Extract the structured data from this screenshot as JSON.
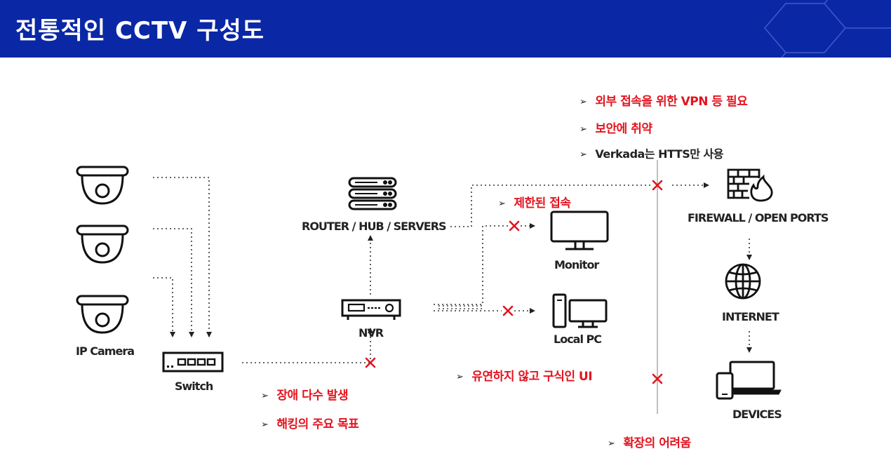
{
  "header": {
    "title": "전통적인 CCTV 구성도"
  },
  "colors": {
    "header_bg": "#0a27a6",
    "accent_red": "#e3141f",
    "line": "#333333"
  },
  "nodes": {
    "ip_camera": "IP Camera",
    "switch": "Switch",
    "nvr": "NVR",
    "router": "ROUTER / HUB / SERVERS",
    "monitor": "Monitor",
    "local_pc": "Local PC",
    "firewall": "FIREWALL / OPEN PORTS",
    "internet": "INTERNET",
    "devices": "DEVICES"
  },
  "notes": {
    "bullet": "➢",
    "vpn": "외부 접속을 위한 VPN 등 필요",
    "security": "보안에 취약",
    "verkada": "Verkada는 HTTS만 사용",
    "limited": "제한된 접속",
    "ui": "유연하지 않고 구식인 UI",
    "failure": "장애 다수 발생",
    "hacking": "해킹의 주요 목표",
    "scaling": "확장의 어려움"
  }
}
